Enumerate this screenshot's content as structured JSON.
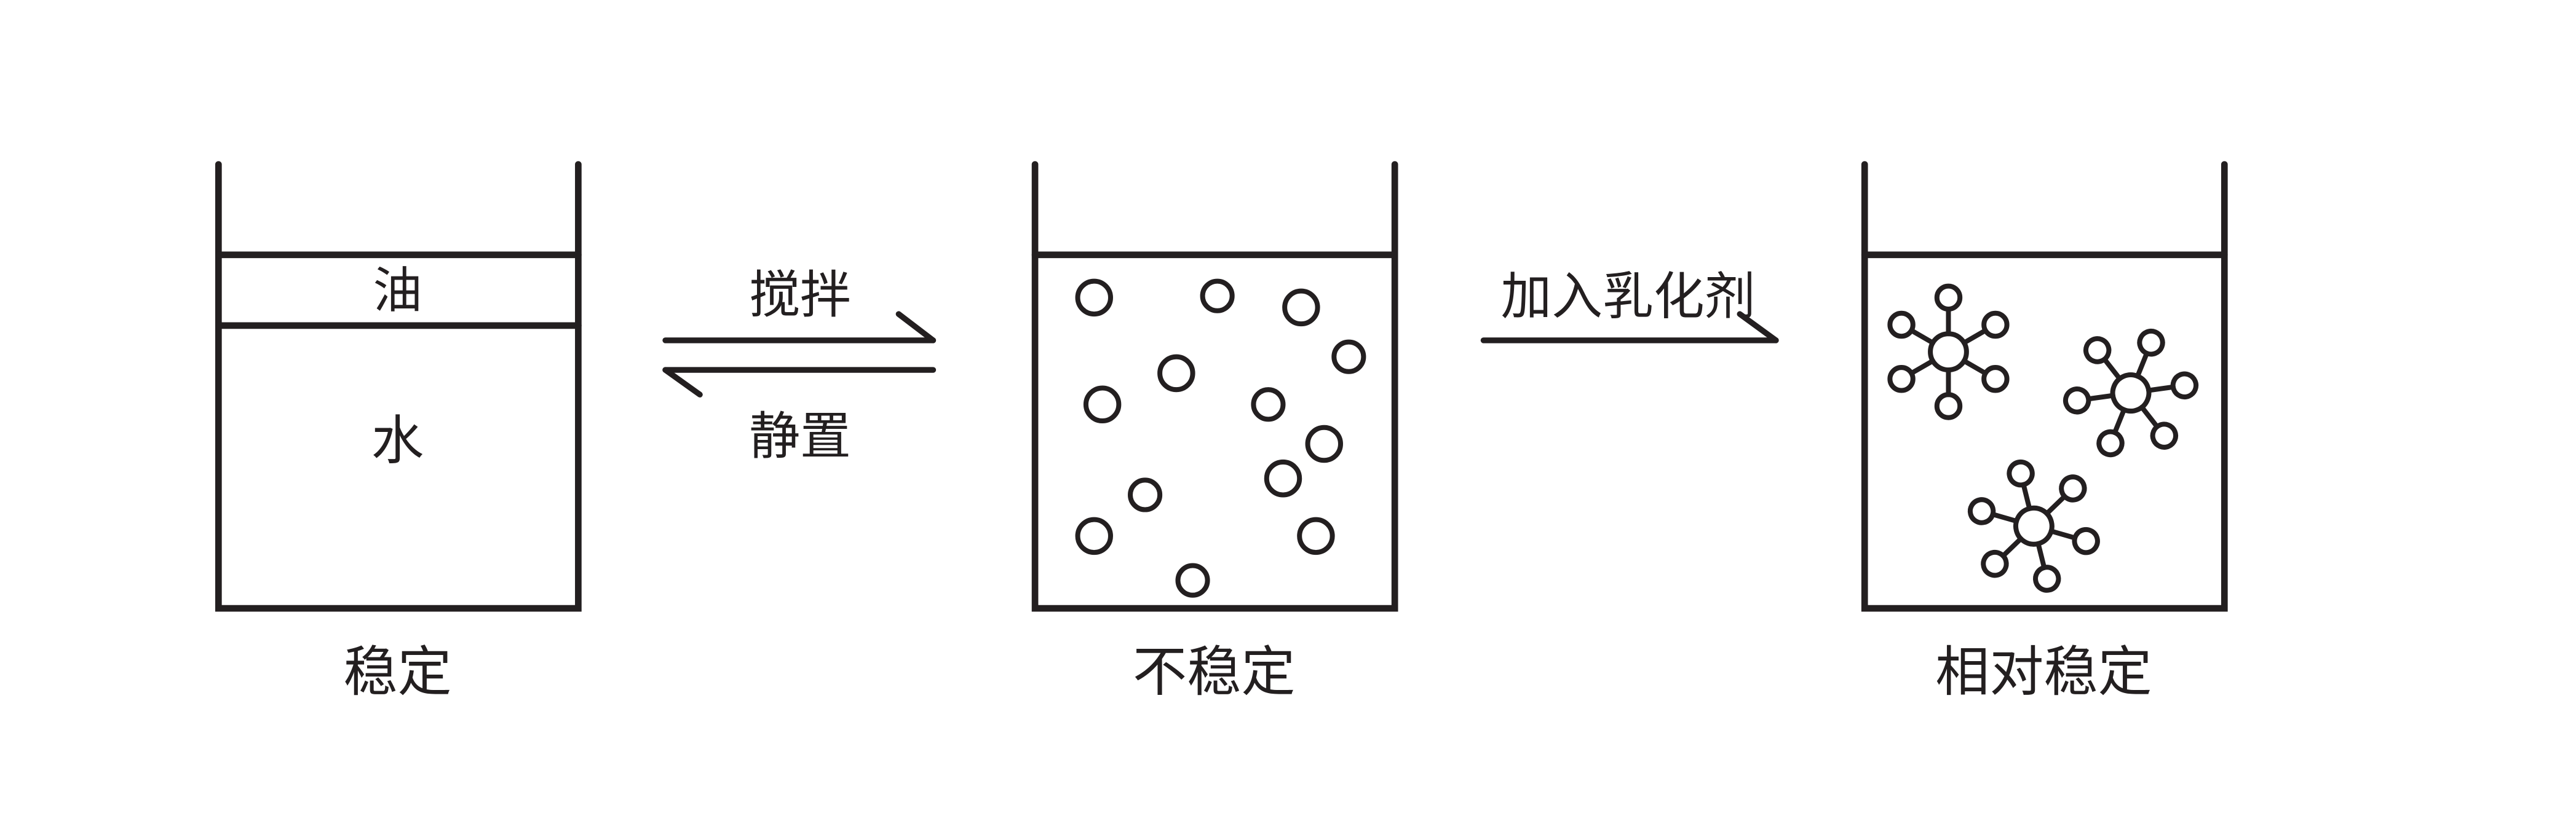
{
  "diagram": {
    "stroke_color": "#231f20",
    "text_color": "#231f20",
    "background_color": "#ffffff",
    "beaker_separated": {
      "oil_label": "油",
      "water_label": "水",
      "caption": "稳定"
    },
    "reversible_arrows": {
      "forward_label": "搅拌",
      "reverse_label": "静置"
    },
    "beaker_droplets": {
      "caption": "不稳定",
      "droplet_count": 13
    },
    "emulsifier_arrow": {
      "label": "加入乳化剂"
    },
    "beaker_micelles": {
      "caption": "相对稳定",
      "micelle_count": 3
    }
  }
}
